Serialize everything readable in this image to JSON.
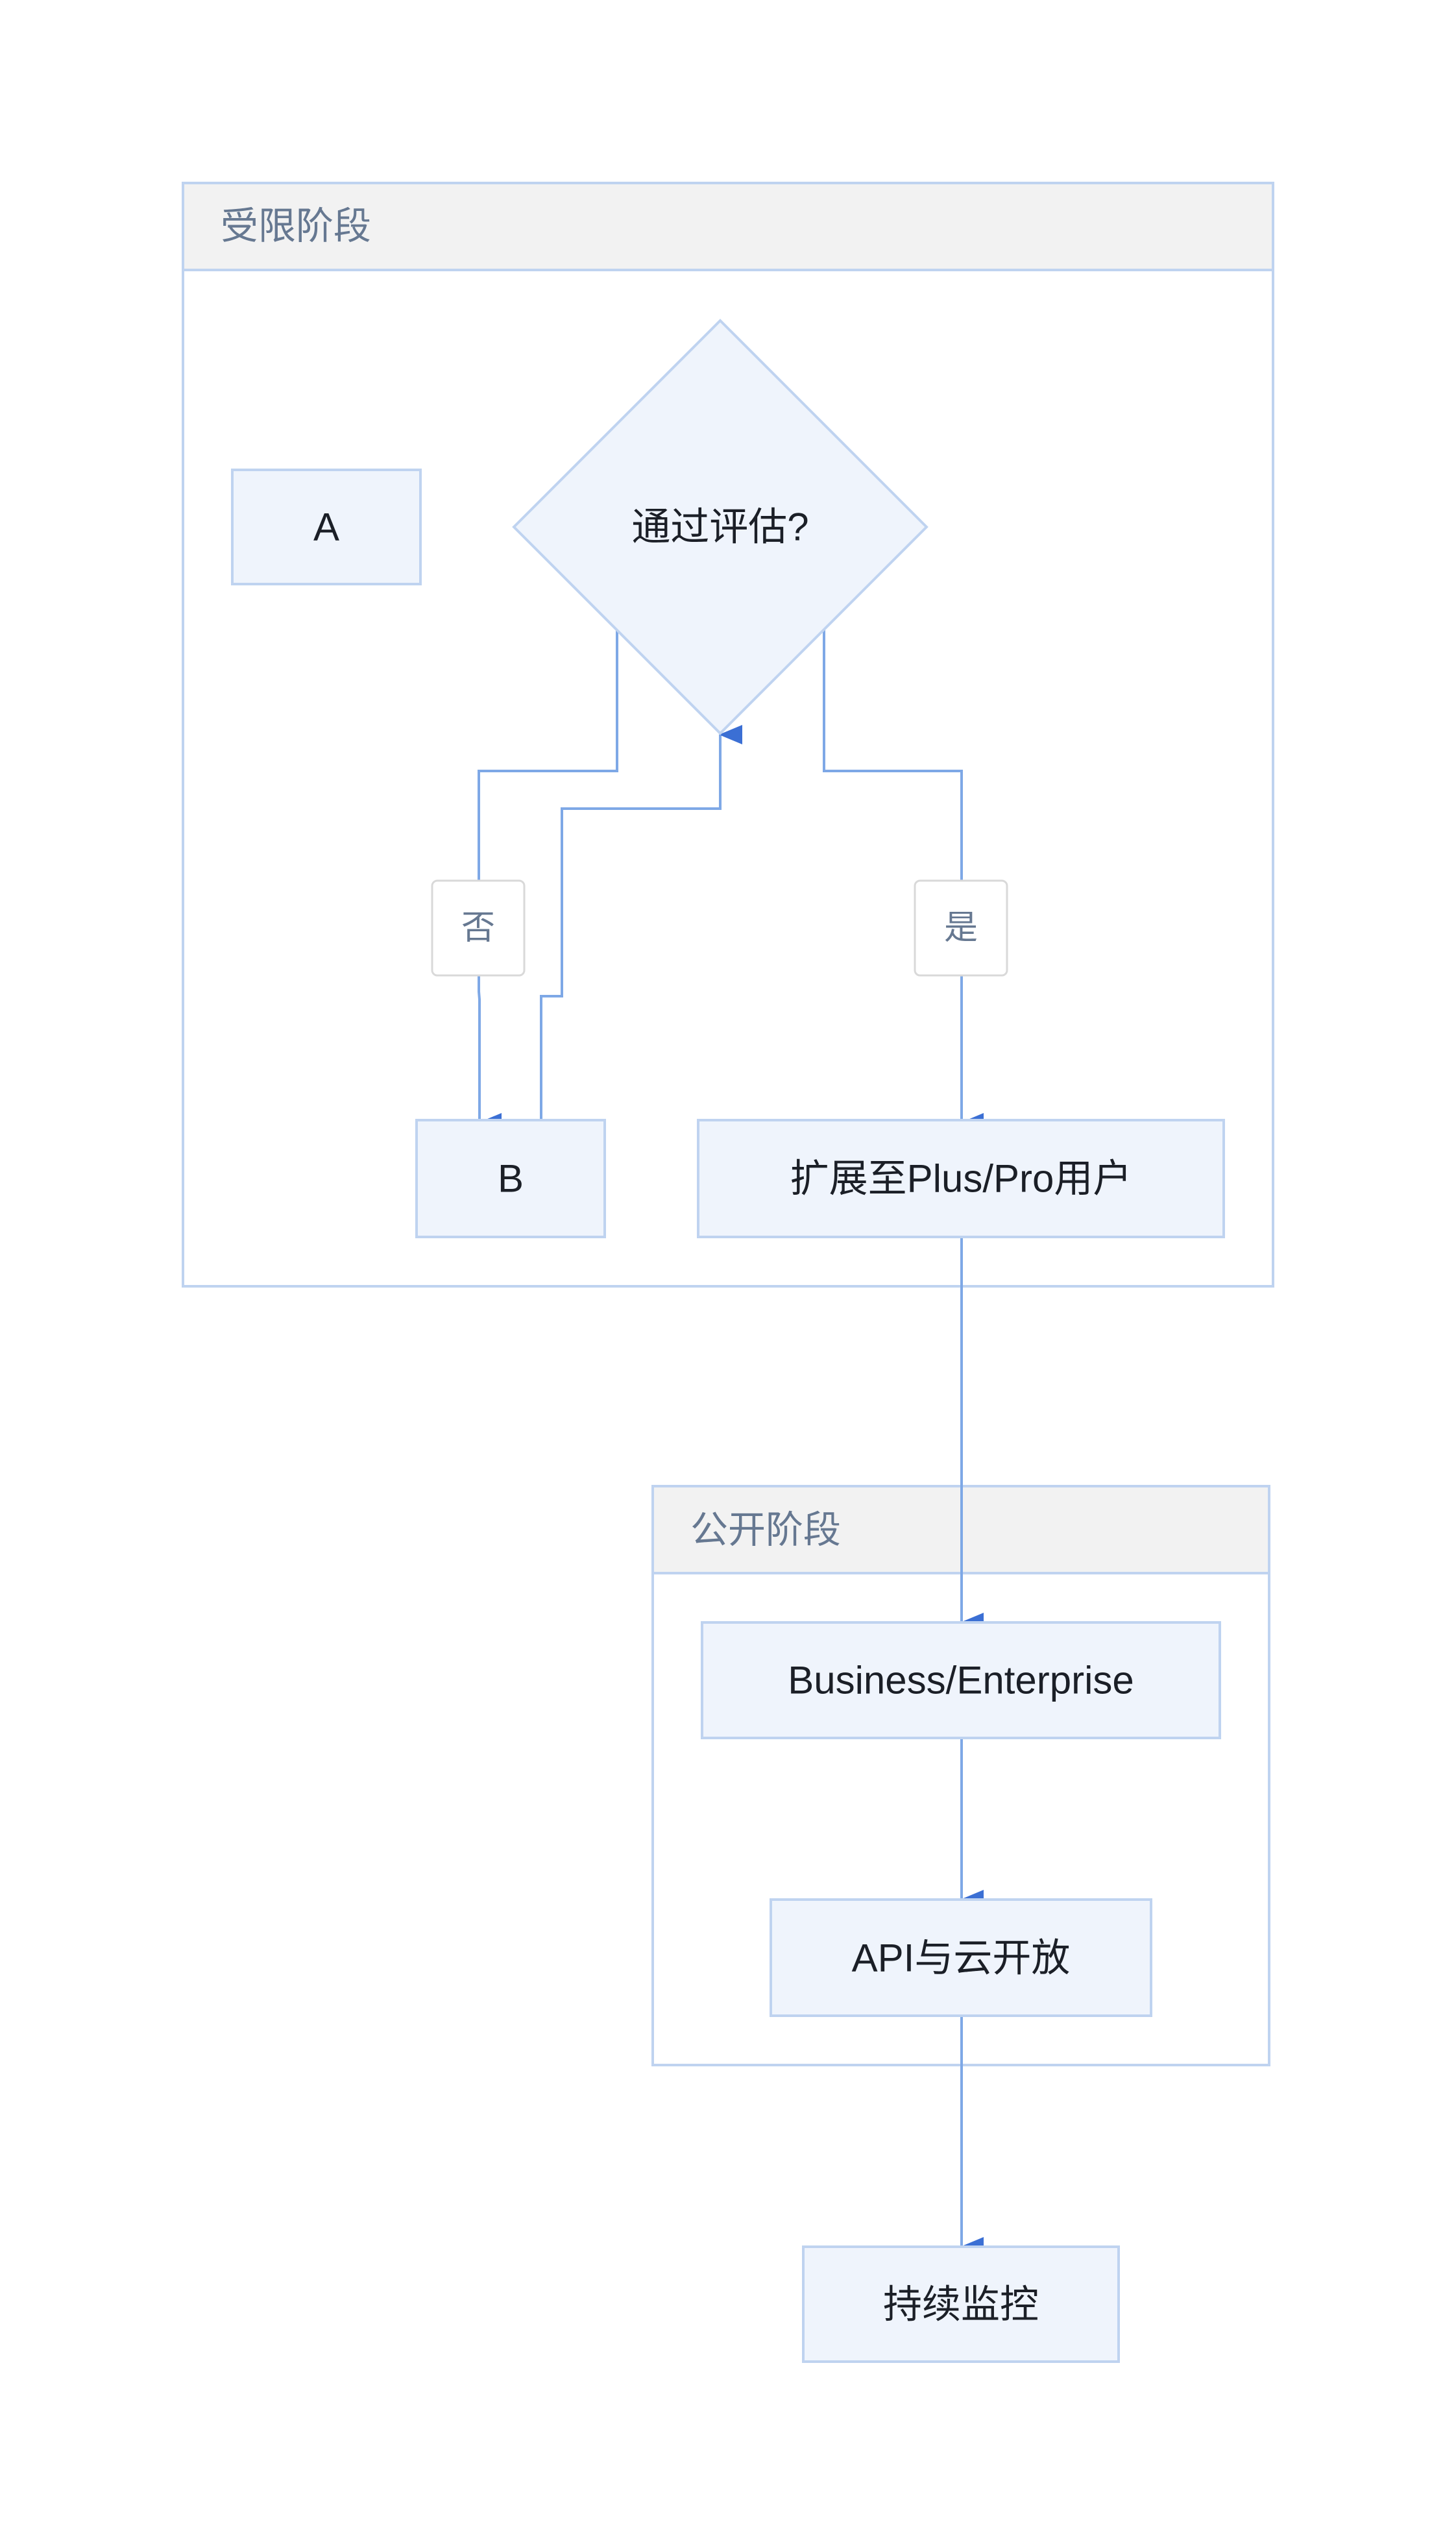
{
  "groups": {
    "restricted": {
      "title": "受限阶段"
    },
    "public": {
      "title": "公开阶段"
    }
  },
  "nodes": {
    "a": "A",
    "decision": "通过评估?",
    "b": "B",
    "expand": "扩展至Plus/Pro用户",
    "business": "Business/Enterprise",
    "api": "API与云开放",
    "monitor": "持续监控"
  },
  "edges": {
    "no_label": "否",
    "yes_label": "是"
  },
  "colors": {
    "node_fill": "#eff4fc",
    "node_stroke": "#bfd3f0",
    "group_header": "#f2f2f2",
    "edge": "#7ea8e6",
    "arrow": "#3b6fd4",
    "label_box_stroke": "#d9d9d9"
  }
}
